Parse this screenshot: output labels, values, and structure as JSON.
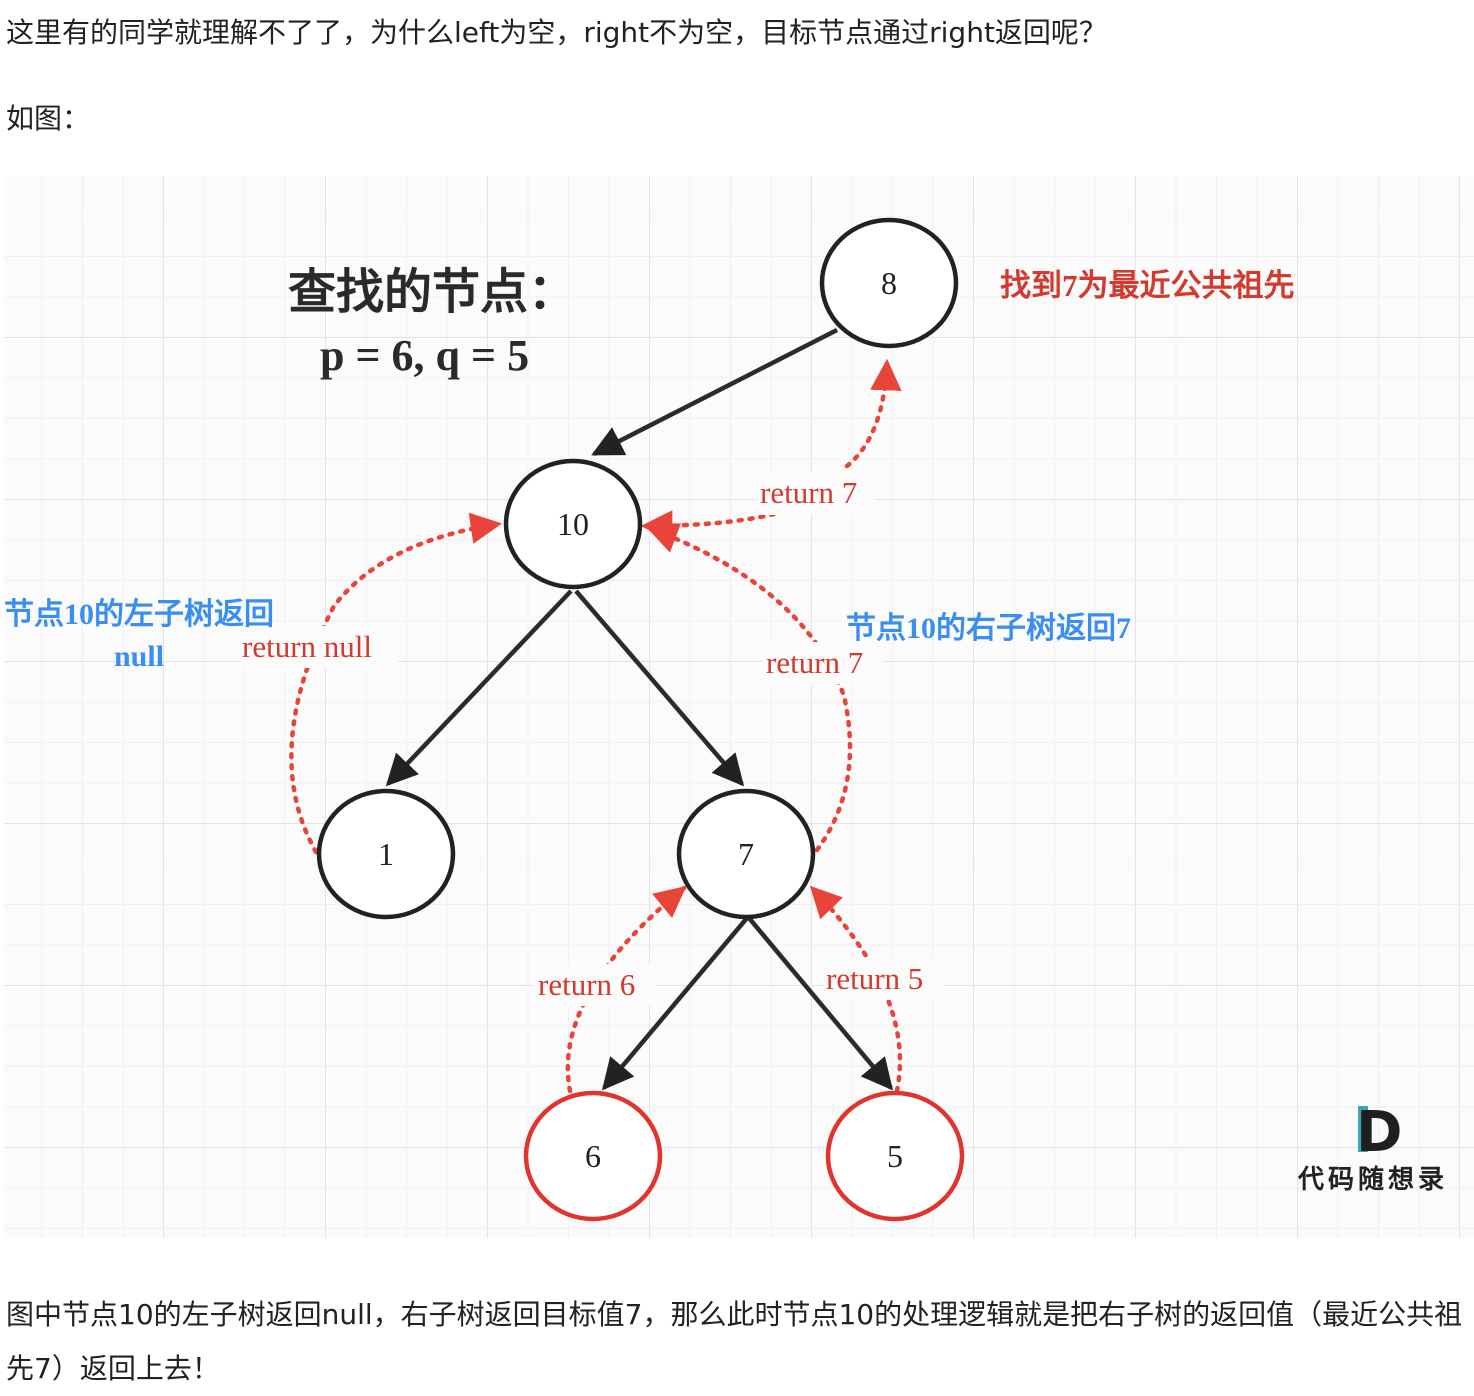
{
  "paragraphs": {
    "question": "这里有的同学就理解不了了，为什么left为空，right不为空，目标节点通过right返回呢？",
    "as_shown": "如图：",
    "explanation": "图中节点10的左子树返回null，右子树返回目标值7，那么此时节点10的处理逻辑就是把右子树的返回值（最近公共祖先7）返回上去！"
  },
  "diagram": {
    "heading_line1": "查找的节点：",
    "heading_line2": "p = 6, q = 5",
    "nodes": {
      "root": "8",
      "n10": "10",
      "n1": "1",
      "n7": "7",
      "n6": "6",
      "n5": "5"
    },
    "labels": {
      "found": "找到7为最近公共祖先",
      "return7_top": "return 7",
      "return_null": "return null",
      "return7_mid": "return 7",
      "return6": "return 6",
      "return5": "return 5",
      "left_note_line1": "节点10的左子树返回",
      "left_note_line2": "null",
      "right_note": "节点10的右子树返回7"
    },
    "watermark": {
      "logo_letter": "D",
      "text": "代码随想录"
    },
    "colors": {
      "node_stroke": "#222222",
      "target_node_stroke": "#e0352f",
      "return_arrow": "#e8443a",
      "return_text": "#d33a2f",
      "note_text": "#3a8ef0"
    }
  }
}
